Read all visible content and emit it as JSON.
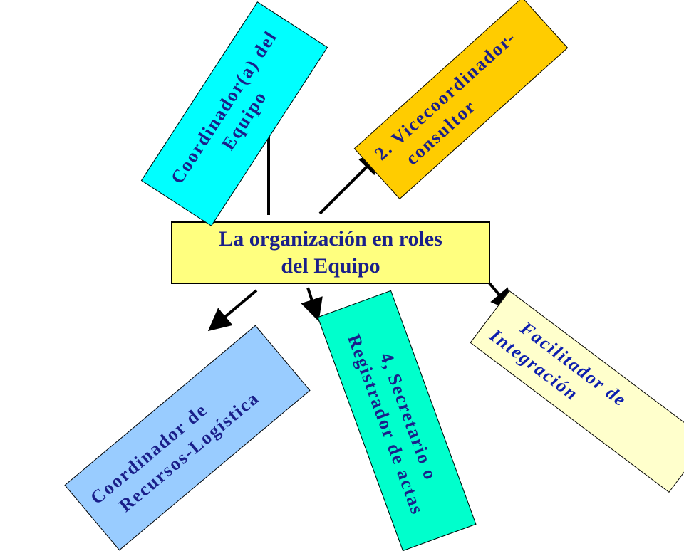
{
  "center": {
    "line1": "La organización  en roles",
    "line2": "del Equipo"
  },
  "roles": [
    {
      "id": "top",
      "line1": "Coordinador(a) del",
      "line2": "Equipo"
    },
    {
      "id": "topr",
      "line1": "2. Vicecoordinador-",
      "line2": "consultor"
    },
    {
      "id": "botl",
      "line1": "Coordinador de",
      "line2": "Recursos-Logística"
    },
    {
      "id": "botm",
      "line1": "4, Secretario o",
      "line2": "Registrador  de  actas"
    },
    {
      "id": "botr",
      "line1": "Facilitador de",
      "line2": "Integración"
    }
  ],
  "colors": {
    "center_bg": "#ffff7f",
    "top_bg": "#00ffff",
    "topr_bg": "#ffcc00",
    "botl_bg": "#99ccff",
    "botm_bg": "#00ffcc",
    "botr_bg": "#ffffcc",
    "text": "#1a1f8a"
  }
}
